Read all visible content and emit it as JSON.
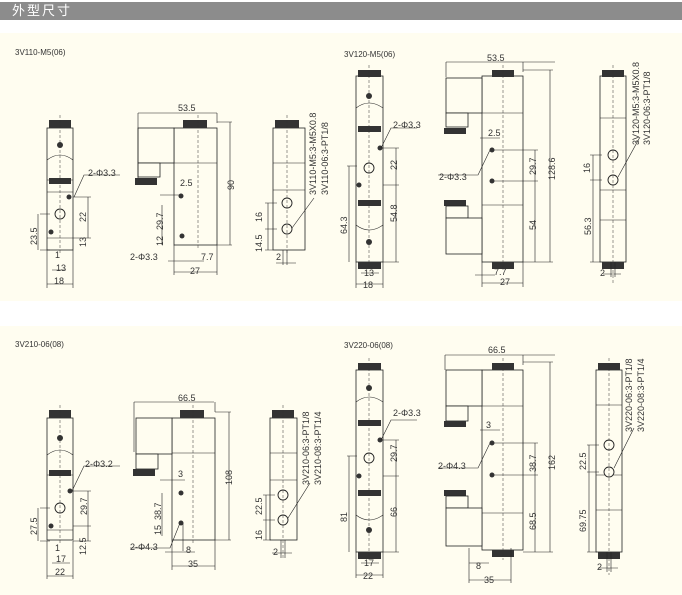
{
  "header": {
    "title": "外型尺寸"
  },
  "colors": {
    "header_bg": "#8c8c8c",
    "panel_bg": "#fffdf0",
    "line": "#222222"
  },
  "panels": [
    {
      "title": "3V110-M5(06)",
      "labels": {
        "hole_top": "2-Φ3.3",
        "d22": "22",
        "d23_5": "23.5",
        "d13v": "13",
        "d1": "1",
        "d13": "13",
        "d18": "18",
        "w53_5": "53.5",
        "h90": "90",
        "d2_5": "2.5",
        "d29_7": "29.7",
        "d12": "12",
        "hole_side": "2-Φ3.3",
        "d7_7": "7.7",
        "d27": "27",
        "port_a": "3V110-M5:3-M5X0.8",
        "port_b": "3V110-06:3-PT1/8",
        "d16": "16",
        "d14_5": "14.5",
        "d2": "2"
      }
    },
    {
      "title": "3V120-M5(06)",
      "labels": {
        "hole_top": "2-Φ3.3",
        "d22": "22",
        "d54_8": "54.8",
        "d64_3": "64.3",
        "d13": "13",
        "d18": "18",
        "w53_5": "53.5",
        "h128_6": "128.6",
        "d2_5": "2.5",
        "hole_side": "2-Φ3.3",
        "d29_7": "29.7",
        "d54": "54",
        "d7_7": "7.7",
        "d27": "27",
        "port_a": "3V120-M5:3-M5X0.8",
        "port_b": "3V120-06:3-PT1/8",
        "d16": "16",
        "d56_3": "56.3",
        "d2": "2"
      }
    },
    {
      "title": "3V210-06(08)",
      "labels": {
        "hole_top": "2-Φ3.2",
        "d29_7": "29.7",
        "d27_5": "27.5",
        "d12_5": "12.5",
        "d1": "1",
        "d17": "17",
        "d22": "22",
        "w66_5": "66.5",
        "h108": "108",
        "d3": "3",
        "d38_7": "38.7",
        "d15": "15",
        "hole_side": "2-Φ4.3",
        "d8": "8",
        "d35": "35",
        "port_a": "3V210-06:3-PT1/8",
        "port_b": "3V210-08:3-PT1/4",
        "d22_5": "22.5",
        "d16": "16",
        "d2": "2"
      }
    },
    {
      "title": "3V220-06(08)",
      "labels": {
        "hole_top": "2-Φ3.3",
        "d29_7": "29.7",
        "d66": "66",
        "d81": "81",
        "d17": "17",
        "d22": "22",
        "w66_5": "66.5",
        "h162": "162",
        "d3": "3",
        "hole_side": "2-Φ4.3",
        "d38_7": "38.7",
        "d68_5": "68.5",
        "d8": "8",
        "d35": "35",
        "port_a": "3V220-06:3-PT1/8",
        "port_b": "3V220-08:3-PT1/4",
        "d22_5": "22.5",
        "d69_75": "69.75",
        "d2": "2"
      }
    }
  ]
}
